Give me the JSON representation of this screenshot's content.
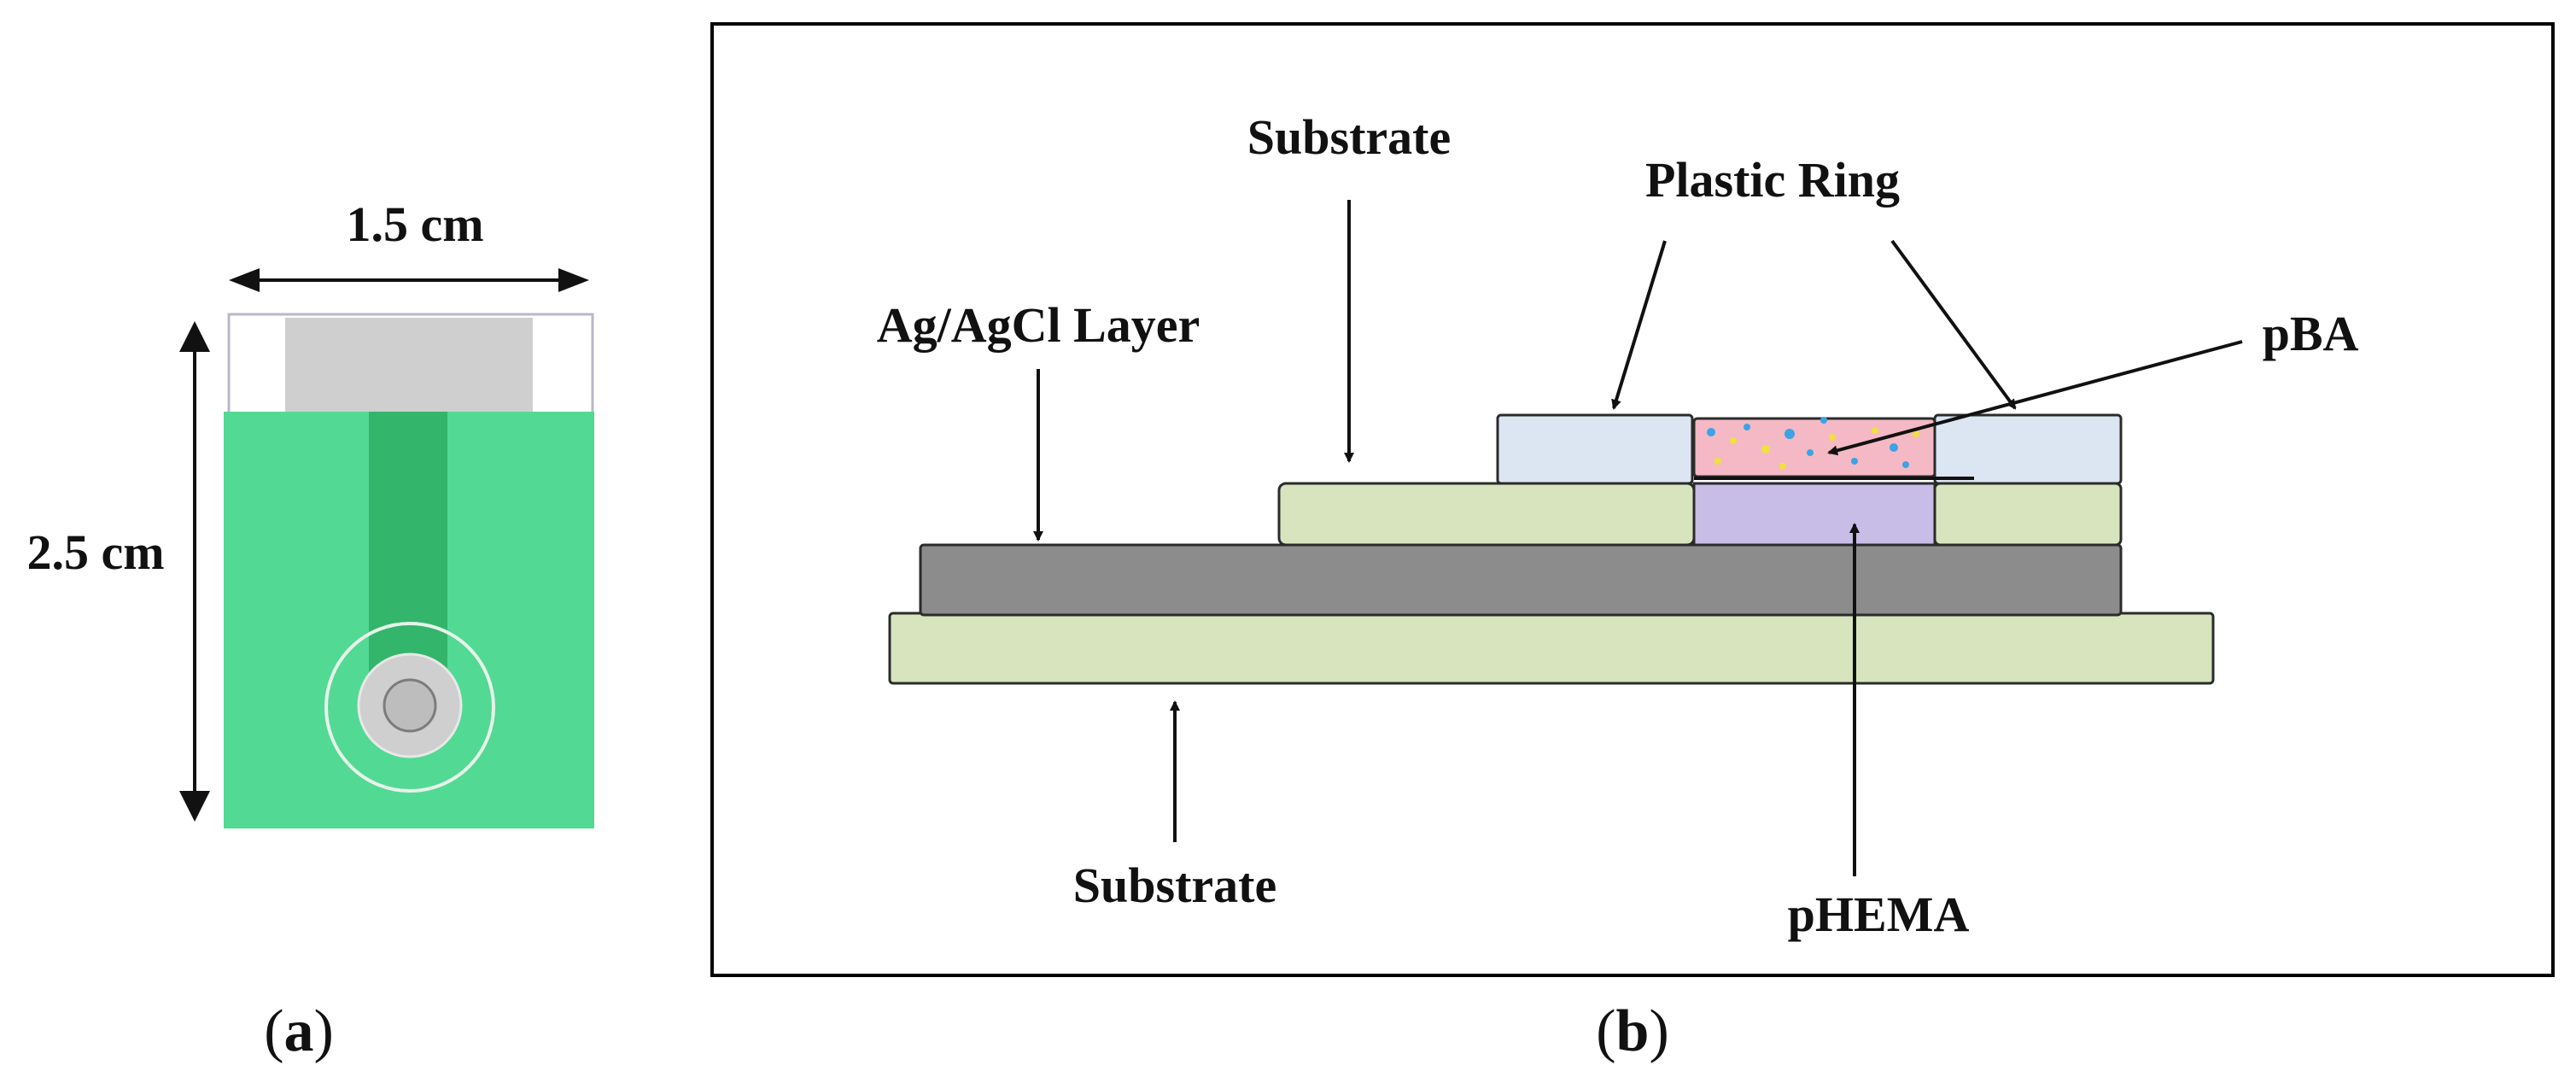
{
  "panel_a": {
    "caption_open": "(",
    "caption_letter": "a",
    "caption_close": ")",
    "width_label": "1.5 cm",
    "height_label": "2.5 cm"
  },
  "panel_b": {
    "caption_open": "(",
    "caption_letter": "b",
    "caption_close": ")",
    "labels": {
      "substrate_top": "Substrate",
      "plastic_ring": "Plastic Ring",
      "ag_agcl_layer": "Ag/AgCl Layer",
      "pba": "pBA",
      "substrate_bottom": "Substrate",
      "phema": "pHEMA"
    }
  },
  "colors": {
    "electrode_body_green": "#52d993",
    "electrode_trace_green": "#33b56b",
    "contact_pad_gray": "#cfcfcf",
    "substrate_green": "#d7e4bd",
    "ag_agcl_gray": "#8c8c8c",
    "plastic_ring_blue": "#dbe6f2",
    "pba_pink": "#f4b9c4",
    "phema_lavender": "#c8bde6",
    "outline": "#000000"
  }
}
